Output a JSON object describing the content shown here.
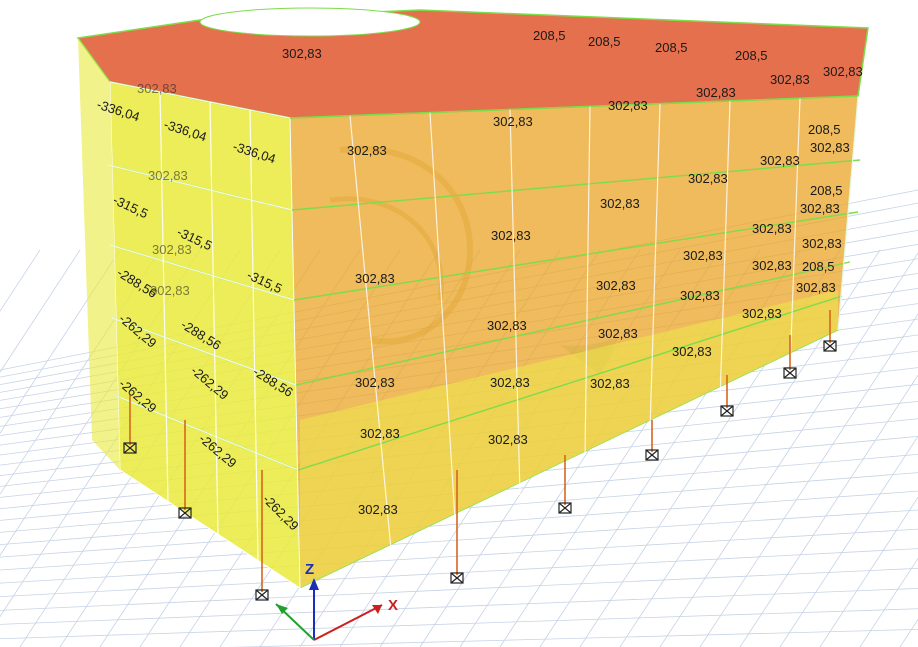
{
  "viewport": {
    "axes": {
      "x_label": "X",
      "z_label": "Z",
      "x_color": "#cc1f1f",
      "y_color": "#1fa12e",
      "z_color": "#1a2fb5"
    },
    "colors": {
      "background": "#ffffff",
      "ground_grid": "#b9c9e0",
      "facade_fill": "#e9ea3c",
      "slab_fill": "#e8851c",
      "roof_fill": "#e0572e",
      "frame_line": "#ffffff",
      "slab_edge": "#7ddc4a",
      "column_line": "#d6661f",
      "support_symbol": "#222222"
    },
    "front_labels": {
      "l1": "-336,04",
      "l2": "-336,04",
      "l3": "-336,04",
      "l4": "-315,5",
      "l5": "-315,5",
      "l6": "-315,5",
      "l7": "-288,56",
      "l8": "-288,56",
      "l9": "-288,56",
      "l10": "-262,29",
      "l11": "-262,29",
      "l12": "-262,29",
      "l13": "-262,29",
      "l14": "-262,29"
    },
    "side_labels": {
      "s1": "302,83",
      "s2": "302,83",
      "s3": "302,83",
      "s4": "302,83",
      "s5": "302,83",
      "s6": "302,83",
      "s7": "302,83",
      "s8": "302,83",
      "s9": "302,83",
      "s10": "302,83",
      "s11": "302,83",
      "s12": "302,83",
      "s13": "302,83",
      "s14": "302,83",
      "s15": "302,83",
      "s16": "302,83",
      "s17": "302,83",
      "s18": "302,83",
      "s19": "302,83",
      "s20": "302,83",
      "s21": "302,83",
      "s22": "302,83",
      "s23": "302,83",
      "s24": "302,83",
      "s25": "302,83",
      "s26": "302,83",
      "s27": "302,83",
      "s28": "302,83",
      "s29": "302,83",
      "s30": "302,83",
      "s31": "302,83"
    },
    "roof_labels": {
      "r1": "208,5",
      "r2": "208,5",
      "r3": "208,5",
      "r4": "208,5",
      "r5": "208,5",
      "r6": "208,5",
      "r7": "208,5"
    },
    "front_faint_labels": {
      "f1": "302,83",
      "f2": "302,83",
      "f3": "302,83",
      "f4": "302,83"
    }
  }
}
